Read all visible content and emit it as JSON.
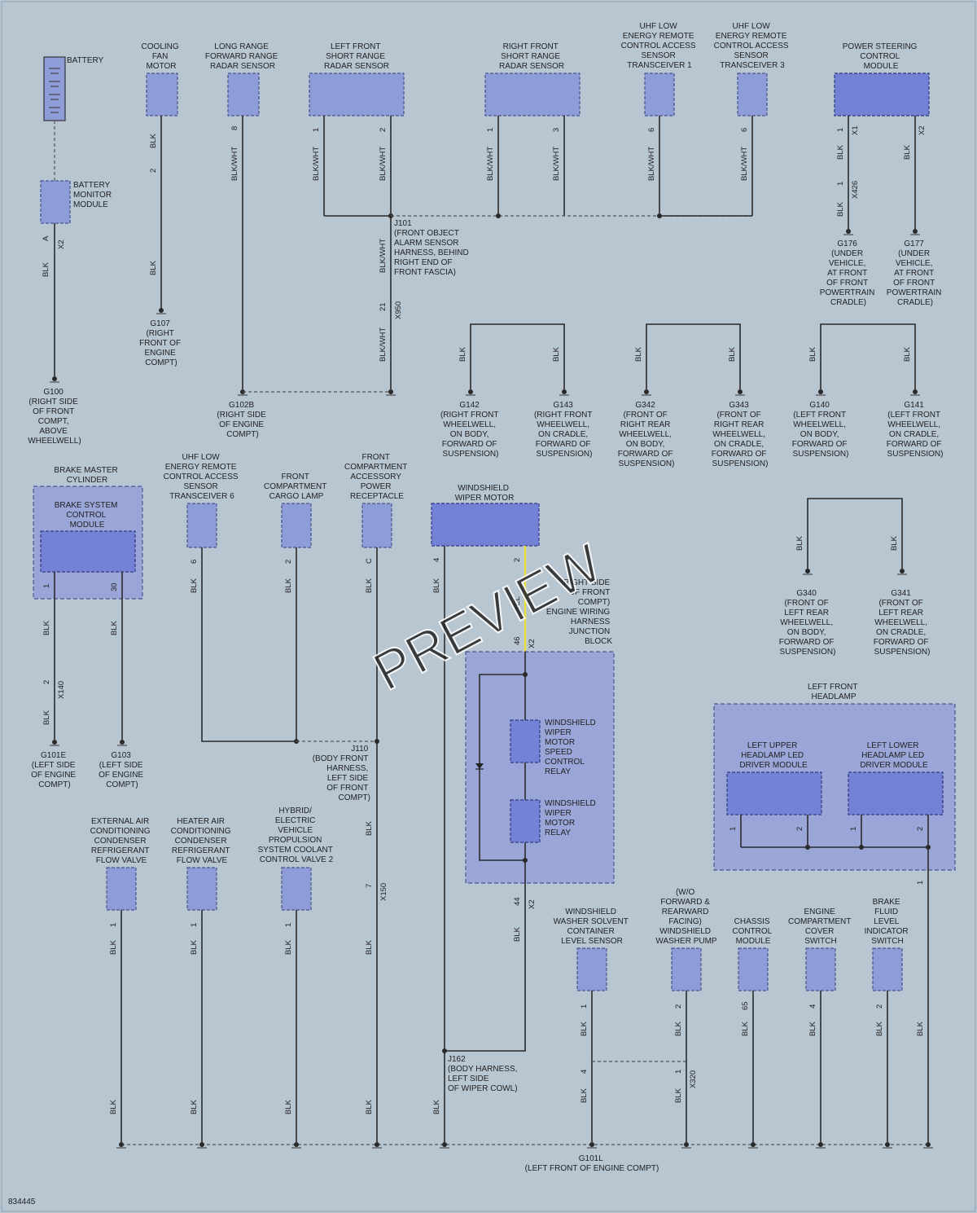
{
  "components": {
    "battery": "BATTERY",
    "battery_monitor": [
      "BATTERY",
      "MONITOR",
      "MODULE"
    ],
    "cooling_fan": [
      "COOLING",
      "FAN",
      "MOTOR"
    ],
    "long_radar": [
      "LONG RANGE",
      "FORWARD RANGE",
      "RADAR SENSOR"
    ],
    "lf_radar": [
      "LEFT FRONT",
      "SHORT RANGE",
      "RADAR SENSOR"
    ],
    "rf_radar": [
      "RIGHT FRONT",
      "SHORT RANGE",
      "RADAR SENSOR"
    ],
    "uhf1": [
      "UHF LOW",
      "ENERGY REMOTE",
      "CONTROL ACCESS",
      "SENSOR",
      "TRANSCEIVER 1"
    ],
    "uhf3": [
      "UHF LOW",
      "ENERGY REMOTE",
      "CONTROL ACCESS",
      "SENSOR",
      "TRANSCEIVER 3"
    ],
    "power_steering": [
      "POWER STEERING",
      "CONTROL",
      "MODULE"
    ],
    "brake_master": [
      "BRAKE MASTER",
      "CYLINDER"
    ],
    "brake_system": [
      "BRAKE SYSTEM",
      "CONTROL",
      "MODULE"
    ],
    "uhf6": [
      "UHF LOW",
      "ENERGY REMOTE",
      "CONTROL ACCESS",
      "SENSOR",
      "TRANSCEIVER 6"
    ],
    "cargo_lamp": [
      "FRONT",
      "COMPARTMENT",
      "CARGO LAMP"
    ],
    "power_receptacle": [
      "FRONT",
      "COMPARTMENT",
      "ACCESSORY",
      "POWER",
      "RECEPTACLE"
    ],
    "wiper_motor": [
      "WINDSHIELD",
      "WIPER MOTOR"
    ],
    "engine_junction": [
      "(RIGHT SIDE",
      "OF FRONT",
      "COMPT)",
      "ENGINE WIRING",
      "HARNESS",
      "JUNCTION",
      "BLOCK"
    ],
    "wiper_speed_relay": [
      "WINDSHIELD",
      "WIPER",
      "MOTOR",
      "SPEED",
      "CONTROL",
      "RELAY"
    ],
    "wiper_relay": [
      "WINDSHIELD",
      "WIPER",
      "MOTOR",
      "RELAY"
    ],
    "lf_headlamp": [
      "LEFT FRONT",
      "HEADLAMP"
    ],
    "upper_led": [
      "LEFT UPPER",
      "HEADLAMP LED",
      "DRIVER MODULE"
    ],
    "lower_led": [
      "LEFT LOWER",
      "HEADLAMP LED",
      "DRIVER MODULE"
    ],
    "ext_ac": [
      "EXTERNAL AIR",
      "CONDITIONING",
      "CONDENSER",
      "REFRIGERANT",
      "FLOW VALVE"
    ],
    "heater_ac": [
      "HEATER AIR",
      "CONDITIONING",
      "CONDENSER",
      "REFRIGERANT",
      "FLOW VALVE"
    ],
    "hybrid_valve": [
      "HYBRID/",
      "ELECTRIC",
      "VEHICLE",
      "PROPULSION",
      "SYSTEM COOLANT",
      "CONTROL VALVE 2"
    ],
    "washer_sensor": [
      "WINDSHIELD",
      "WASHER SOLVENT",
      "CONTAINER",
      "LEVEL SENSOR"
    ],
    "washer_pump": [
      "(W/O",
      "FORWARD &",
      "REARWARD",
      "FACING)",
      "WINDSHIELD",
      "WASHER PUMP"
    ],
    "chassis": [
      "CHASSIS",
      "CONTROL",
      "MODULE"
    ],
    "cover_switch": [
      "ENGINE",
      "COMPARTMENT",
      "COVER",
      "SWITCH"
    ],
    "brake_fluid": [
      "BRAKE",
      "FLUID",
      "LEVEL",
      "INDICATOR",
      "SWITCH"
    ]
  },
  "splices": {
    "j101": [
      "J101",
      "(FRONT OBJECT",
      "ALARM SENSOR",
      "HARNESS, BEHIND",
      "RIGHT END OF",
      "FRONT FASCIA)"
    ],
    "j110": [
      "J110",
      "(BODY FRONT",
      "HARNESS,",
      "LEFT SIDE",
      "OF FRONT",
      "COMPT)"
    ],
    "j162": [
      "J162",
      "(BODY HARNESS,",
      "LEFT SIDE",
      "OF WIPER COWL)"
    ]
  },
  "grounds": {
    "g100": [
      "G100",
      "(RIGHT SIDE",
      "OF FRONT",
      "COMPT,",
      "ABOVE",
      "WHEELWELL)"
    ],
    "g107": [
      "G107",
      "(RIGHT",
      "FRONT OF",
      "ENGINE",
      "COMPT)"
    ],
    "g102b": [
      "G102B",
      "(RIGHT SIDE",
      "OF ENGINE",
      "COMPT)"
    ],
    "g176": [
      "G176",
      "(UNDER",
      "VEHICLE,",
      "AT FRONT",
      "OF FRONT",
      "POWERTRAIN",
      "CRADLE)"
    ],
    "g177": [
      "G177",
      "(UNDER",
      "VEHICLE,",
      "AT FRONT",
      "OF FRONT",
      "POWERTRAIN",
      "CRADLE)"
    ],
    "g142": [
      "G142",
      "(RIGHT FRONT",
      "WHEELWELL,",
      "ON BODY,",
      "FORWARD OF",
      "SUSPENSION)"
    ],
    "g143": [
      "G143",
      "(RIGHT FRONT",
      "WHEELWELL,",
      "ON CRADLE,",
      "FORWARD OF",
      "SUSPENSION)"
    ],
    "g342": [
      "G342",
      "(FRONT OF",
      "RIGHT REAR",
      "WHEELWELL,",
      "ON BODY,",
      "FORWARD OF",
      "SUSPENSION)"
    ],
    "g343": [
      "G343",
      "(FRONT OF",
      "RIGHT REAR",
      "WHEELWELL,",
      "ON CRADLE,",
      "FORWARD OF",
      "SUSPENSION)"
    ],
    "g140": [
      "G140",
      "(LEFT FRONT",
      "WHEELWELL,",
      "ON BODY,",
      "FORWARD OF",
      "SUSPENSION)"
    ],
    "g141": [
      "G141",
      "(LEFT FRONT",
      "WHEELWELL,",
      "ON CRADLE,",
      "FORWARD OF",
      "SUSPENSION)"
    ],
    "g340": [
      "G340",
      "(FRONT OF",
      "LEFT REAR",
      "WHEELWELL,",
      "ON BODY,",
      "FORWARD OF",
      "SUSPENSION)"
    ],
    "g341": [
      "G341",
      "(FRONT OF",
      "LEFT REAR",
      "WHEELWELL,",
      "ON CRADLE,",
      "FORWARD OF",
      "SUSPENSION)"
    ],
    "g101e": [
      "G101E",
      "(LEFT SIDE",
      "OF ENGINE",
      "COMPT)"
    ],
    "g103": [
      "G103",
      "(LEFT SIDE",
      "OF ENGINE",
      "COMPT)"
    ],
    "g101l": [
      "G101L",
      "(LEFT FRONT OF ENGINE COMPT)"
    ]
  },
  "wire_colors": {
    "blk": "BLK",
    "blkwht": "BLK/WHT",
    "yel": "YEL"
  },
  "connectors": {
    "x2": "X2",
    "x1": "X1",
    "x426": "X426",
    "x950": "X950",
    "x140": "X140",
    "x150": "X150",
    "x320": "X320"
  },
  "pins": [
    "A",
    "2",
    "8",
    "1",
    "3",
    "6",
    "21",
    "30",
    "C",
    "4",
    "46",
    "44",
    "7",
    "65"
  ],
  "watermark": "PREVIEW",
  "diagram_id": "834445",
  "colors": {
    "background": "#b8c6d2",
    "component": "#8e9cd8",
    "component_dark": "#7381d6",
    "wire": "#2a2a2a",
    "yellow_wire": "#e8e040"
  }
}
